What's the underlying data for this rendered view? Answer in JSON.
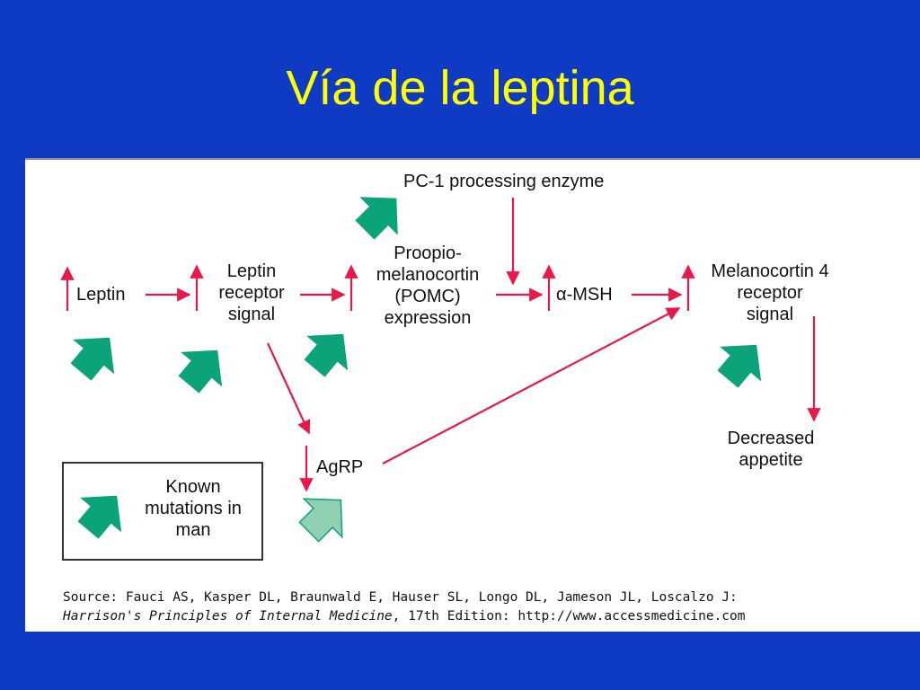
{
  "slide": {
    "title": "Vía de la leptina"
  },
  "diagram": {
    "nodes": {
      "pc1": "PC-1 processing enzyme",
      "leptin": "Leptin",
      "leptin_receptor": [
        "Leptin",
        "receptor",
        "signal"
      ],
      "pomc": [
        "Proopio-",
        "melanocortin",
        "(POMC)",
        "expression"
      ],
      "msh": "α-MSH",
      "mc4r": [
        "Melanocortin 4",
        "receptor",
        "signal"
      ],
      "agrp": "AgRP",
      "appetite": [
        "Decreased",
        "appetite"
      ]
    },
    "legend": [
      "Known",
      "mutations in",
      "man"
    ],
    "colors": {
      "arrow_red": "#e8194a",
      "mutation_green": "#0aa37a",
      "light_green": "#8fd1b0",
      "background": "#0f3bc4",
      "title": "#ffff00"
    }
  },
  "source": {
    "line1": "Source: Fauci AS, Kasper DL, Braunwald E, Hauser SL, Longo DL, Jameson JL, Loscalzo J:",
    "book": "Harrison's Principles of Internal Medicine",
    "line2_rest": ", 17th Edition: http://www.accessmedicine.com"
  }
}
